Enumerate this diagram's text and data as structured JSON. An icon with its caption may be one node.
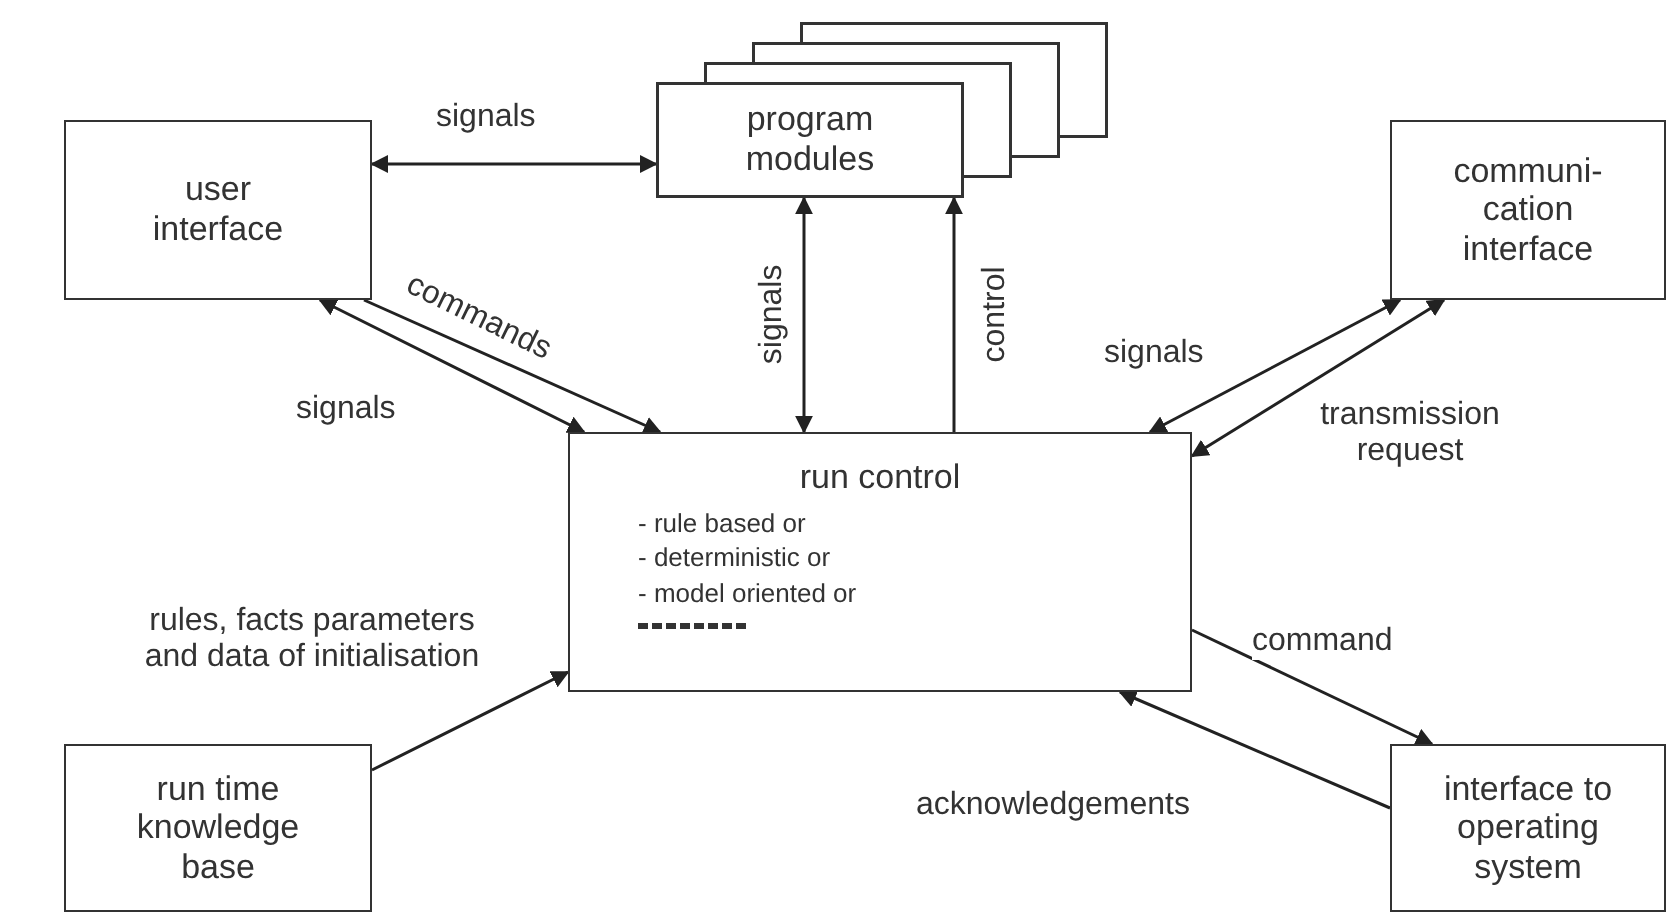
{
  "diagram": {
    "nodes": [
      {
        "text": [
          "user interface"
        ]
      },
      {
        "text": [
          "program modules"
        ]
      },
      {
        "text": [
          "communi- cation interface"
        ]
      },
      {
        "text": [
          "run control",
          "- rule based or",
          "- deterministic or",
          "- model oriented or"
        ]
      },
      {
        "text": [
          "run time knowledge base"
        ]
      },
      {
        "text": [
          "interface to operating system"
        ]
      }
    ],
    "edges": [
      {
        "from": 0,
        "to": 1,
        "arrow": "both",
        "label": "signals"
      },
      {
        "from": 0,
        "to": 3,
        "arrow": "to",
        "label": "commands"
      },
      {
        "from": 0,
        "to": 3,
        "arrow": "both",
        "label": "signals"
      },
      {
        "from": 1,
        "to": 3,
        "arrow": "both",
        "label": "signals"
      },
      {
        "from": 3,
        "to": 1,
        "arrow": "to",
        "label": "control"
      },
      {
        "from": 3,
        "to": 2,
        "arrow": "both",
        "label": "signals"
      },
      {
        "from": 3,
        "to": 2,
        "arrow": "both",
        "label": "transmission request"
      },
      {
        "from": 4,
        "to": 3,
        "arrow": "to",
        "label": "rules, facts parameters and data of initialisation"
      },
      {
        "from": 3,
        "to": 5,
        "arrow": "to",
        "label": "command"
      },
      {
        "from": 5,
        "to": 3,
        "arrow": "to",
        "label": "acknowledgements"
      }
    ]
  }
}
